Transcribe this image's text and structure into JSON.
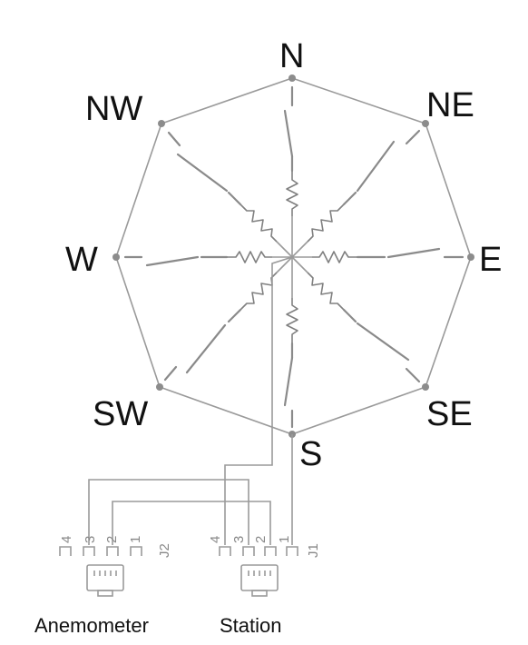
{
  "directions": {
    "n": "N",
    "ne": "NE",
    "e": "E",
    "se": "SE",
    "s": "S",
    "sw": "SW",
    "w": "W",
    "nw": "NW"
  },
  "connectors": {
    "anemometer": {
      "name": "J2",
      "pins": [
        "4",
        "3",
        "2",
        "1"
      ],
      "caption": "Anemometer"
    },
    "station": {
      "name": "J1",
      "pins": [
        "4",
        "3",
        "2",
        "1"
      ],
      "caption": "Station"
    }
  },
  "colors": {
    "wire": "#9a9a9a",
    "text": "#111111",
    "pin_label": "#888888"
  }
}
